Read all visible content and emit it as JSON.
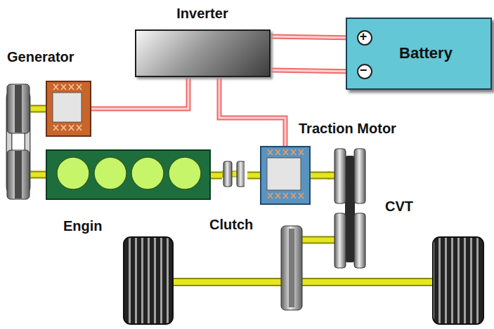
{
  "diagram": {
    "nodes": [
      {
        "text": [
          "Inverter"
        ]
      },
      {
        "text": [
          "Battery"
        ]
      },
      {
        "text": [
          "+"
        ],
        "in": 1
      },
      {
        "text": [
          "−"
        ],
        "in": 1
      },
      {
        "text": [
          "Generator"
        ]
      },
      {
        "text": [
          "Traction Motor"
        ]
      },
      {
        "text": [
          "Engin"
        ]
      },
      {
        "text": [
          "Clutch"
        ]
      },
      {
        "text": [
          "CVT"
        ]
      }
    ],
    "edges": [
      {
        "from": 0,
        "to": 2,
        "arrow": "none"
      },
      {
        "from": 0,
        "to": 3,
        "arrow": "none"
      },
      {
        "from": 0,
        "to": 4,
        "arrow": "none"
      },
      {
        "from": 0,
        "to": 5,
        "arrow": "none"
      },
      {
        "from": 6,
        "to": 7,
        "arrow": "none"
      },
      {
        "from": 7,
        "to": 5,
        "arrow": "none"
      },
      {
        "from": 5,
        "to": 8,
        "arrow": "none"
      }
    ]
  }
}
